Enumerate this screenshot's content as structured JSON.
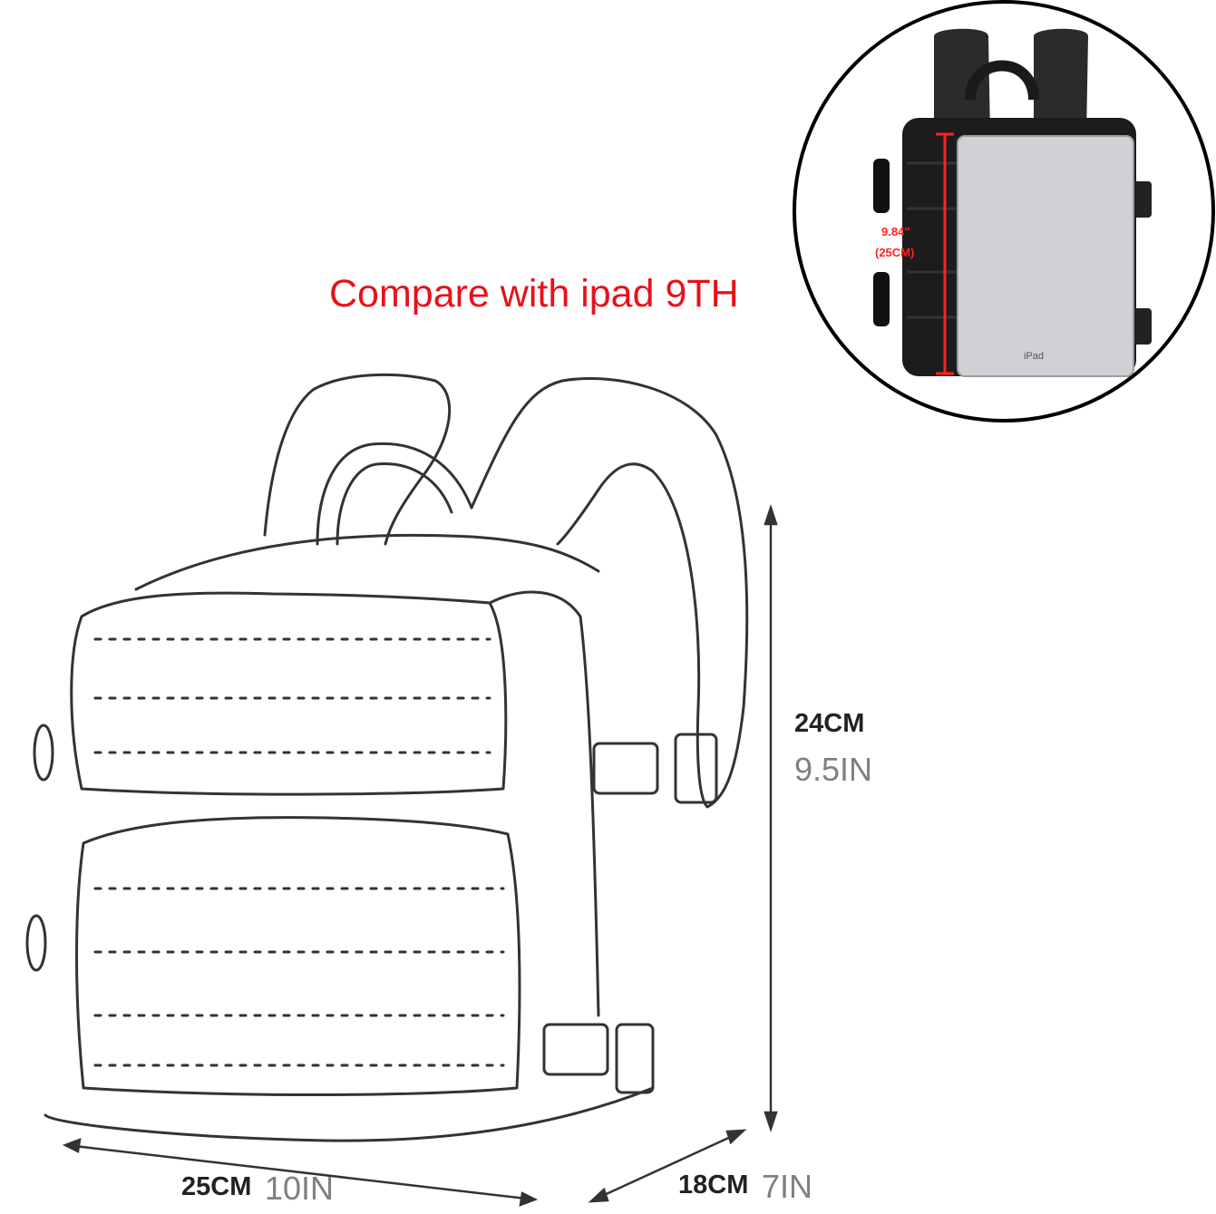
{
  "caption": "Compare with ipad 9TH",
  "dimensions": {
    "height": {
      "cm": "24CM",
      "in": "9.5IN"
    },
    "width": {
      "cm": "25CM",
      "in": "10IN"
    },
    "depth": {
      "cm": "18CM",
      "in": "7IN"
    }
  },
  "inset": {
    "ipad_label": "iPad",
    "measure_in": "9.84″",
    "measure_cm": "(25CM)"
  },
  "colors": {
    "caption": "#e8111b",
    "outline": "#2a2a2a",
    "accent_line": "#ff2222"
  }
}
